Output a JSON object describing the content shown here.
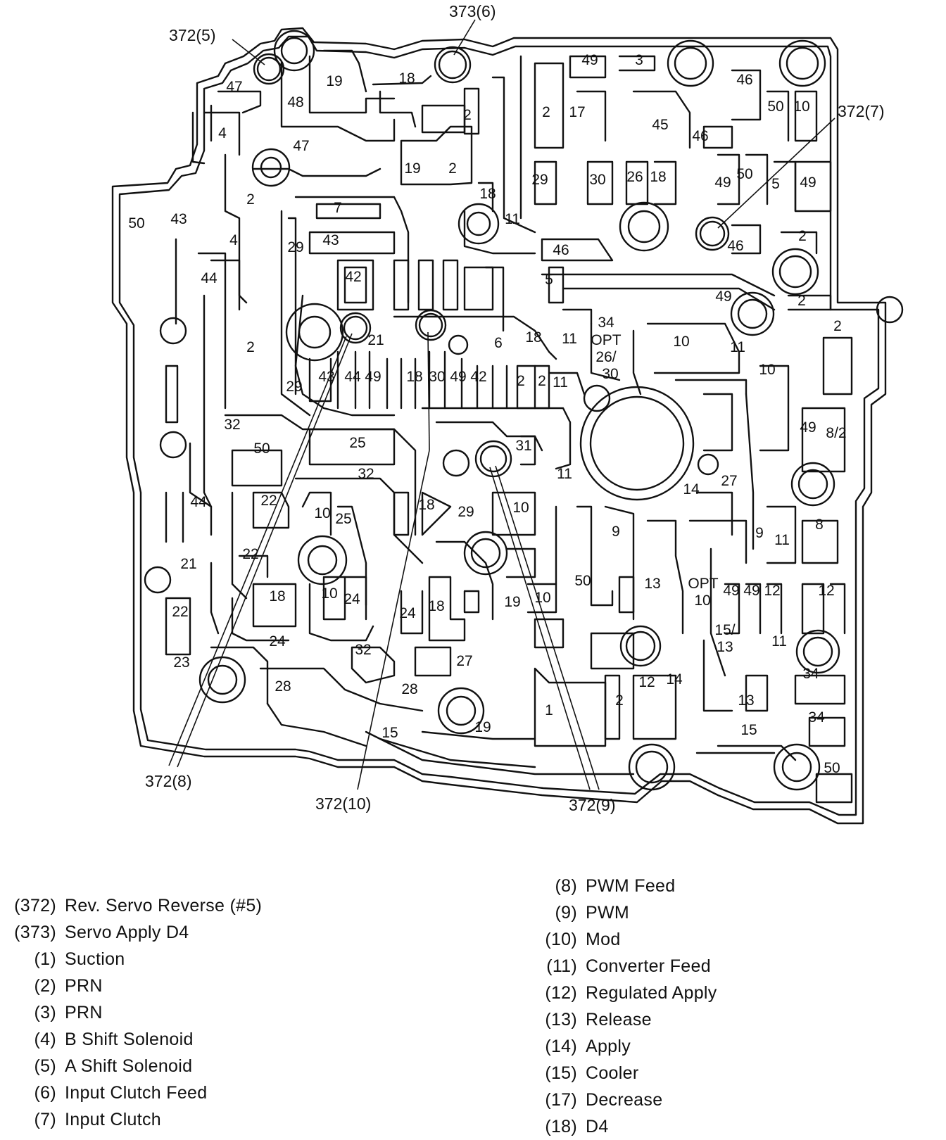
{
  "callouts": [
    {
      "id": "c-372-5",
      "text": "372(5)"
    },
    {
      "id": "c-373-6",
      "text": "373(6)"
    },
    {
      "id": "c-372-7",
      "text": "372(7)"
    },
    {
      "id": "c-372-8",
      "text": "372(8)"
    },
    {
      "id": "c-372-10",
      "text": "372(10)"
    },
    {
      "id": "c-372-9",
      "text": "372(9)"
    }
  ],
  "passage_labels": [
    "49",
    "3",
    "46",
    "50",
    "10",
    "2",
    "17",
    "45",
    "29",
    "30",
    "26",
    "18",
    "5",
    "47",
    "19",
    "48",
    "4",
    "7",
    "43",
    "42",
    "44",
    "21",
    "6",
    "11",
    "34",
    "OPT",
    "26/",
    "30",
    "25",
    "31",
    "32",
    "22",
    "8/2",
    "27",
    "14",
    "9",
    "8",
    "13",
    "12",
    "15/",
    "28",
    "1",
    "24",
    "23",
    "34",
    "15",
    "12",
    "13",
    "50"
  ],
  "legend": {
    "left": [
      {
        "code": "(372)",
        "label": "Rev. Servo Reverse (#5)"
      },
      {
        "code": "(373)",
        "label": "Servo Apply D4"
      },
      {
        "code": "(1)",
        "label": "Suction"
      },
      {
        "code": "(2)",
        "label": "PRN"
      },
      {
        "code": "(3)",
        "label": "PRN"
      },
      {
        "code": "(4)",
        "label": "B Shift Solenoid"
      },
      {
        "code": "(5)",
        "label": "A Shift Solenoid"
      },
      {
        "code": "(6)",
        "label": "Input Clutch Feed"
      },
      {
        "code": "(7)",
        "label": "Input Clutch"
      }
    ],
    "right": [
      {
        "code": "(8)",
        "label": "PWM Feed"
      },
      {
        "code": "(9)",
        "label": "PWM"
      },
      {
        "code": "(10)",
        "label": "Mod"
      },
      {
        "code": "(11)",
        "label": "Converter Feed"
      },
      {
        "code": "(12)",
        "label": "Regulated Apply"
      },
      {
        "code": "(13)",
        "label": "Release"
      },
      {
        "code": "(14)",
        "label": "Apply"
      },
      {
        "code": "(15)",
        "label": "Cooler"
      },
      {
        "code": "(17)",
        "label": "Decrease"
      },
      {
        "code": "(18)",
        "label": "D4"
      }
    ]
  },
  "colors": {
    "ink": "#111111",
    "paper": "#ffffff"
  }
}
